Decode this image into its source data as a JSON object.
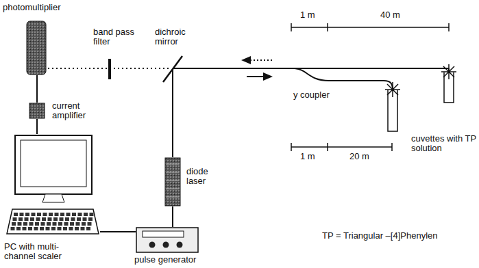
{
  "diagram": {
    "nodes": [
      {
        "text": [
          "photomultiplier"
        ]
      },
      {
        "text": [
          "current amplifier"
        ]
      },
      {
        "text": [
          "diode laser"
        ]
      },
      {
        "text": [
          "PC with multi-channel scaler"
        ]
      },
      {
        "text": [
          "pulse generator"
        ]
      }
    ],
    "edges": [
      {
        "from": 0,
        "to": 1,
        "arrow": "none"
      },
      {
        "from": 1,
        "to": 3,
        "arrow": "none"
      },
      {
        "from": 3,
        "to": 4,
        "arrow": "none"
      },
      {
        "from": 4,
        "to": 2,
        "arrow": "none"
      }
    ],
    "labels": [
      "band pass filter",
      "dichroic mirror",
      "1 m",
      "40 m",
      "y coupler",
      "1 m",
      "20 m",
      "cuvettes with TP solution",
      "TP = Triangular –[4]Phenylen"
    ]
  }
}
